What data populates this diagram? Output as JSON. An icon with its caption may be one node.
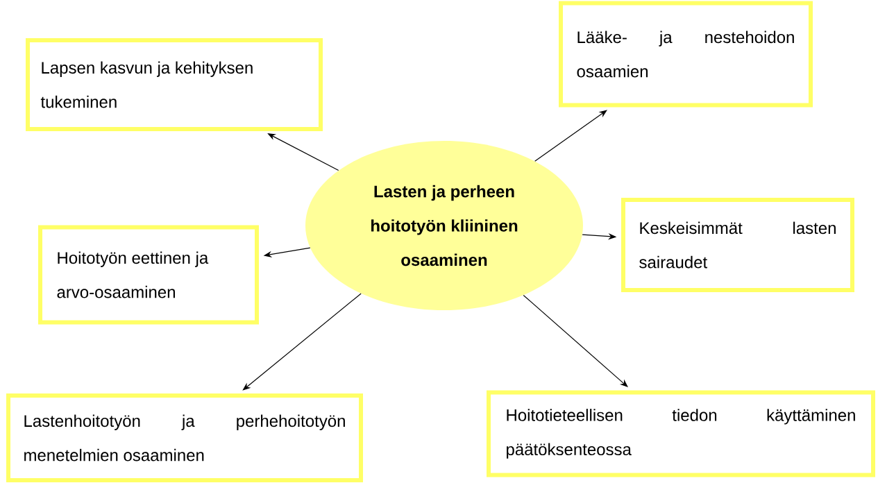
{
  "diagram": {
    "nodes": [
      {
        "text": [
          "Lasten ja perheen hoitotyön kliininen osaaminen"
        ]
      },
      {
        "text": [
          "Lapsen kasvun ja kehityksen tukeminen"
        ]
      },
      {
        "text": [
          "Lääke- ja nestehoidon osaamien"
        ]
      },
      {
        "text": [
          "Hoitotyön eettinen ja arvo-osaaminen"
        ]
      },
      {
        "text": [
          "Keskeisimmät lasten sairaudet"
        ]
      },
      {
        "text": [
          "Lastenhoitotyön ja perhehoitotyön menetelmien osaaminen"
        ]
      },
      {
        "text": [
          "Hoitotieteellisen tiedon käyttäminen päätöksenteossa"
        ]
      }
    ],
    "edges": [
      {
        "from": 0,
        "to": 1,
        "arrow": "to"
      },
      {
        "from": 0,
        "to": 2,
        "arrow": "to"
      },
      {
        "from": 0,
        "to": 3,
        "arrow": "to"
      },
      {
        "from": 0,
        "to": 4,
        "arrow": "to"
      },
      {
        "from": 0,
        "to": 5,
        "arrow": "to"
      },
      {
        "from": 0,
        "to": 6,
        "arrow": "to"
      }
    ]
  }
}
